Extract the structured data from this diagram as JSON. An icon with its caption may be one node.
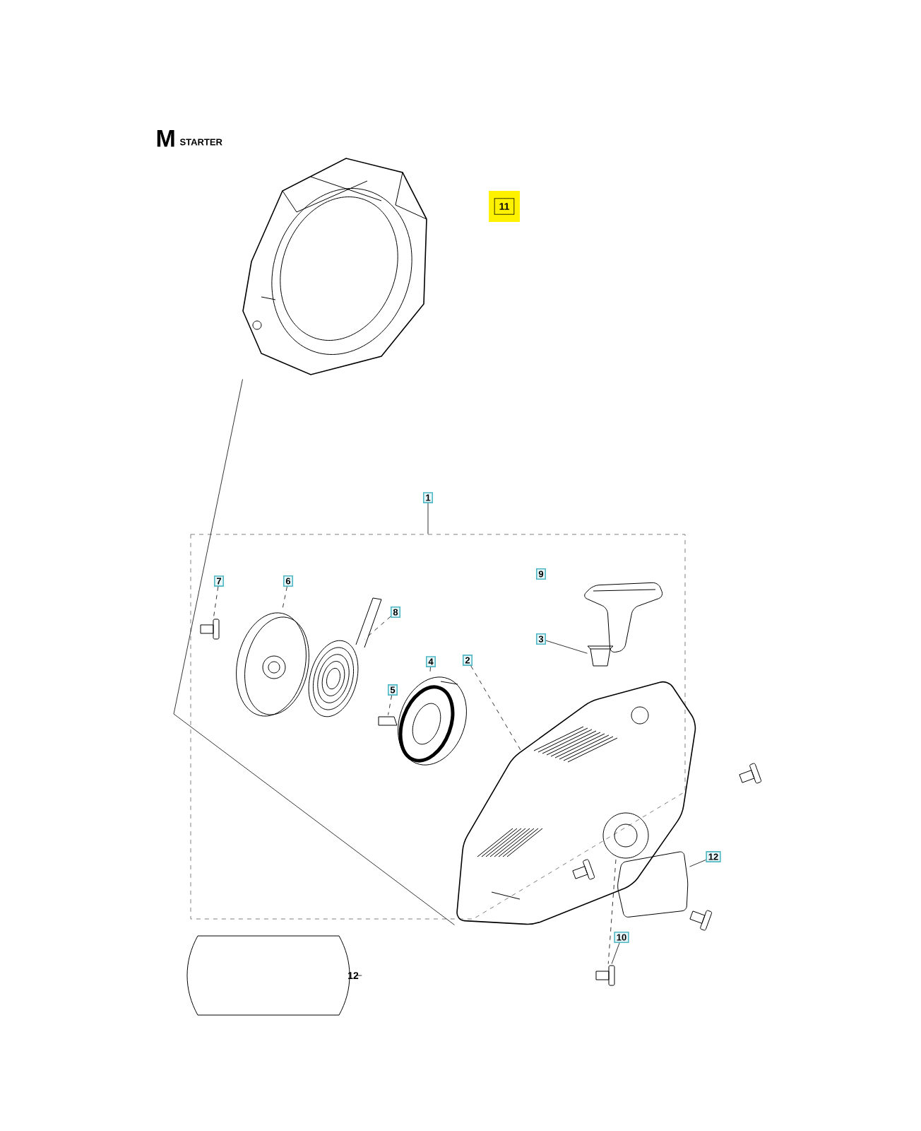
{
  "diagram": {
    "title": "STARTER",
    "nodes": [
      {
        "text": [
          "11"
        ]
      },
      {
        "text": [],
        "shape": "picture"
      },
      {
        "text": [
          "1"
        ]
      },
      {
        "text": [],
        "shape": "box"
      },
      {
        "text": [
          "7"
        ],
        "in": 3
      },
      {
        "text": [],
        "shape": "picture",
        "in": 3
      },
      {
        "text": [
          "6"
        ],
        "in": 3
      },
      {
        "text": [],
        "shape": "picture",
        "in": 3
      },
      {
        "text": [
          "8"
        ],
        "in": 3
      },
      {
        "text": [],
        "shape": "picture",
        "in": 3
      },
      {
        "text": [
          "9"
        ],
        "in": 3
      },
      {
        "text": [],
        "shape": "picture",
        "in": 3
      },
      {
        "text": [
          "3"
        ],
        "in": 3
      },
      {
        "text": [],
        "shape": "picture",
        "in": 3
      },
      {
        "text": [
          "2"
        ],
        "in": 3
      },
      {
        "text": [
          "4"
        ],
        "in": 3
      },
      {
        "text": [],
        "shape": "picture",
        "in": 3
      },
      {
        "text": [
          "5"
        ],
        "in": 3
      },
      {
        "text": [],
        "shape": "picture",
        "in": 3
      },
      {
        "text": [],
        "shape": "picture",
        "in": 3
      },
      {
        "text": [],
        "shape": "picture"
      },
      {
        "text": [
          "12"
        ]
      },
      {
        "text": [],
        "shape": "picture"
      },
      {
        "text": [
          "10"
        ]
      },
      {
        "text": [],
        "shape": "picture"
      },
      {
        "text": [
          "12"
        ]
      }
    ],
    "edges": [
      {
        "from": 1,
        "to": 19,
        "arrow": "none"
      },
      {
        "from": 2,
        "to": 3,
        "arrow": "none"
      },
      {
        "from": 4,
        "to": 5,
        "arrow": "none",
        "style": "dashed"
      },
      {
        "from": 6,
        "to": 7,
        "arrow": "none",
        "style": "dashed"
      },
      {
        "from": 8,
        "to": 9,
        "arrow": "none",
        "style": "dashed"
      },
      {
        "from": 12,
        "to": 13,
        "arrow": "none"
      },
      {
        "from": 14,
        "to": 19,
        "arrow": "none",
        "style": "dashed"
      },
      {
        "from": 15,
        "to": 16,
        "arrow": "none",
        "style": "dashed"
      },
      {
        "from": 17,
        "to": 18,
        "arrow": "none",
        "style": "dashed"
      },
      {
        "from": 19,
        "to": 22,
        "arrow": "none",
        "style": "dashed"
      },
      {
        "from": 21,
        "to": 20,
        "arrow": "none"
      },
      {
        "from": 23,
        "to": 22,
        "arrow": "none"
      },
      {
        "from": 25,
        "to": 24,
        "arrow": "none"
      }
    ],
    "labels": [
      "M"
    ]
  }
}
